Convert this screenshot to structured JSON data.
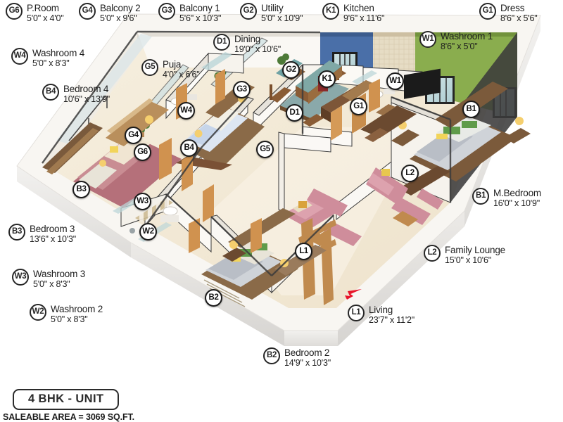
{
  "legend": {
    "unit_label": "4 BHK - UNIT",
    "area_label": "SALEABLE AREA = 3069 SQ.FT."
  },
  "colors": {
    "badge_ring": "#262626",
    "text": "#1d1d1d",
    "entry_arrow": "#e8142a",
    "wall_blue": "#4a6fa8",
    "wall_green": "#8aad4e",
    "wall_tan": "#e3d9c2",
    "wall_white": "#f4f1ec",
    "floor_cream": "#f2e9d8",
    "slab_side": "#e6e4e1",
    "wall_dark_edge": "#3a3a3a"
  },
  "rooms": [
    {
      "code": "G6",
      "name": "P.Room",
      "dim": "5'0\" x 4'0\""
    },
    {
      "code": "G4",
      "name": "Balcony 2",
      "dim": "5'0\" x 9'6\""
    },
    {
      "code": "G3",
      "name": "Balcony 1",
      "dim": "5'6\" x 10'3\""
    },
    {
      "code": "G2",
      "name": "Utility",
      "dim": "5'0\" x 10'9\""
    },
    {
      "code": "K1",
      "name": "Kitchen",
      "dim": "9'6\" x 11'6\""
    },
    {
      "code": "G1",
      "name": "Dress",
      "dim": "8'6\" x 5'6\""
    },
    {
      "code": "D1",
      "name": "Dining",
      "dim": "19'0\" x 10'6\""
    },
    {
      "code": "W1",
      "name": "Washroom 1",
      "dim": "8'6\" x 5'0\""
    },
    {
      "code": "W4",
      "name": "Washroom 4",
      "dim": "5'0\" x 8'3\""
    },
    {
      "code": "G5",
      "name": "Puja",
      "dim": "4'0\" x 6'6\""
    },
    {
      "code": "B4",
      "name": "Bedroom 4",
      "dim": "10'6\" x 13'9\""
    },
    {
      "code": "B1",
      "name": "M.Bedroom",
      "dim": "16'0\" x 10'9\""
    },
    {
      "code": "B3",
      "name": "Bedroom 3",
      "dim": "13'6\" x 10'3\""
    },
    {
      "code": "L2",
      "name": "Family Lounge",
      "dim": "15'0\" x 10'6\""
    },
    {
      "code": "W3",
      "name": "Washroom 3",
      "dim": "5'0\" x 8'3\""
    },
    {
      "code": "W2",
      "name": "Washroom 2",
      "dim": "5'0\" x 8'3\""
    },
    {
      "code": "L1",
      "name": "Living",
      "dim": "23'7\" x 11'2\""
    },
    {
      "code": "B2",
      "name": "Bedroom 2",
      "dim": "14'9\" x 10'3\""
    }
  ],
  "callouts": [
    {
      "code": "G6",
      "name": "P.Room",
      "dim": "5'0\" x 4'0\""
    },
    {
      "code": "G4",
      "name": "Balcony 2",
      "dim": "5'0\" x 9'6\""
    },
    {
      "code": "G3",
      "name": "Balcony 1",
      "dim": "5'6\" x 10'3\""
    },
    {
      "code": "G2",
      "name": "Utility",
      "dim": "5'0\" x 10'9\""
    },
    {
      "code": "K1",
      "name": "Kitchen",
      "dim": "9'6\" x 11'6\""
    },
    {
      "code": "G1",
      "name": "Dress",
      "dim": "8'6\" x 5'6\""
    },
    {
      "code": "W4",
      "name": "Washroom 4",
      "dim": "5'0\" x 8'3\""
    },
    {
      "code": "D1",
      "name": "Dining",
      "dim": "19'0\" x 10'6\""
    },
    {
      "code": "W1",
      "name": "Washroom 1",
      "dim": "8'6\" x 5'0\""
    },
    {
      "code": "B4",
      "name": "Bedroom 4",
      "dim": "10'6\" x 13'9\""
    },
    {
      "code": "G5",
      "name": "Puja",
      "dim": "4'0\" x 6'6\""
    },
    {
      "code": "B1",
      "name": "M.Bedroom",
      "dim": "16'0\" x 10'9\""
    },
    {
      "code": "B3",
      "name": "Bedroom 3",
      "dim": "13'6\" x 10'3\""
    },
    {
      "code": "L2",
      "name": "Family Lounge",
      "dim": "15'0\" x 10'6\""
    },
    {
      "code": "W3",
      "name": "Washroom 3",
      "dim": "5'0\" x 8'3\""
    },
    {
      "code": "W2",
      "name": "Washroom 2",
      "dim": "5'0\" x 8'3\""
    },
    {
      "code": "L1",
      "name": "Living",
      "dim": "23'7\" x 11'2\""
    },
    {
      "code": "B2",
      "name": "Bedroom 2",
      "dim": "14'9\" x 10'3\""
    }
  ],
  "pins": [
    {
      "code": "G2"
    },
    {
      "code": "K1"
    },
    {
      "code": "G3"
    },
    {
      "code": "W1"
    },
    {
      "code": "D1"
    },
    {
      "code": "G1"
    },
    {
      "code": "W4"
    },
    {
      "code": "B1"
    },
    {
      "code": "G4"
    },
    {
      "code": "G6"
    },
    {
      "code": "B4"
    },
    {
      "code": "G5"
    },
    {
      "code": "L2"
    },
    {
      "code": "B3"
    },
    {
      "code": "W3"
    },
    {
      "code": "W2"
    },
    {
      "code": "L1"
    },
    {
      "code": "B2"
    }
  ],
  "entry_marker": {
    "name": "entrance-arrow"
  }
}
